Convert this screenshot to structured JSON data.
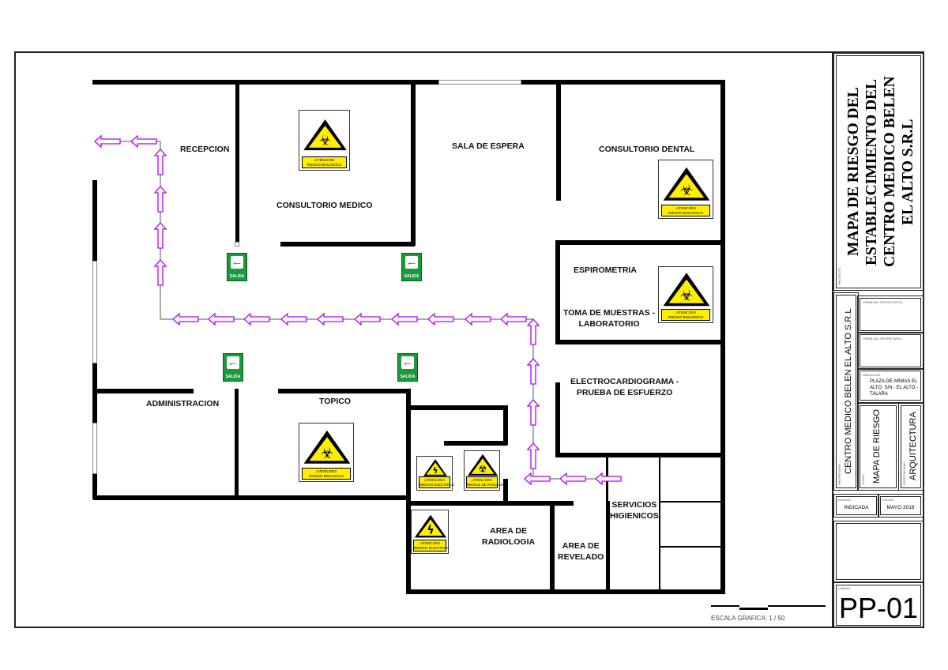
{
  "rooms": {
    "recepcion": "RECEPCION",
    "consultorio_medico": "CONSULTORIO MEDICO",
    "sala_espera": "SALA DE ESPERA",
    "consultorio_dental": "CONSULTORIO DENTAL",
    "espirometria": "ESPIROMETRIA",
    "toma_muestras": "TOMA DE MUESTRAS -\nLABORATORIO",
    "electrocardiograma": "ELECTROCARDIOGRAMA -\nPRUEBA DE ESFUERZO",
    "administracion": "ADMINISTRACION",
    "topico": "TOPICO",
    "radiologia": "AREA DE\nRADIOLOGIA",
    "revelado": "AREA DE\nREVELADO",
    "servicios": "SERVICIOS\nHIGIENICOS"
  },
  "signs": {
    "biologico": "¡ATENCION!\nRIESGO BIOLOGICO",
    "electrico": "¡ATENCION!\nRIESGO ELECTRICO",
    "radiacion": "¡ATENCION!\nRIESGO DE RADIACION",
    "salida": "SALIDA"
  },
  "colors": {
    "evacuation_arrow": "#b400ff",
    "exit_sign": "#1a9a3a",
    "warning": "#ffee00"
  },
  "scale": "ESCALA GRAFICA: 1 / 50",
  "title_block": {
    "proyecto_label": "PROYECTO :",
    "title": "MAPA DE RIESGO DEL\nESTABLECIMIENTO DEL\nCENTRO MEDICO BELEN\nEL ALTO S.R.L",
    "propietario_label": "PROPIETARIO :",
    "propietario": "CENTRO MEDICO BELEN EL ALTO S.R.L",
    "firma_proyectista": "FIRMA DEL PROYECTISTA :",
    "firma_propietario": "FIRMA DEL PROPIETARIO :",
    "ubicacion_label": "UBICACION :",
    "ubicacion": "PLAZA DE ARMAS EL\nALTO  S/N - EL ALTO -\nTALARA",
    "plano_label": "PLANO :",
    "plano": "MAPA DE RIESGO",
    "especialidad_label": "ESPECIALIDAD :",
    "especialidad": "ARQUITECTURA",
    "escala_label": "ESCALA :",
    "escala": "INDICADA",
    "fecha_label": "FECHA :",
    "fecha": "MAYO 2018",
    "lamina_label": "LAMINA :",
    "lamina": "PP-01"
  }
}
